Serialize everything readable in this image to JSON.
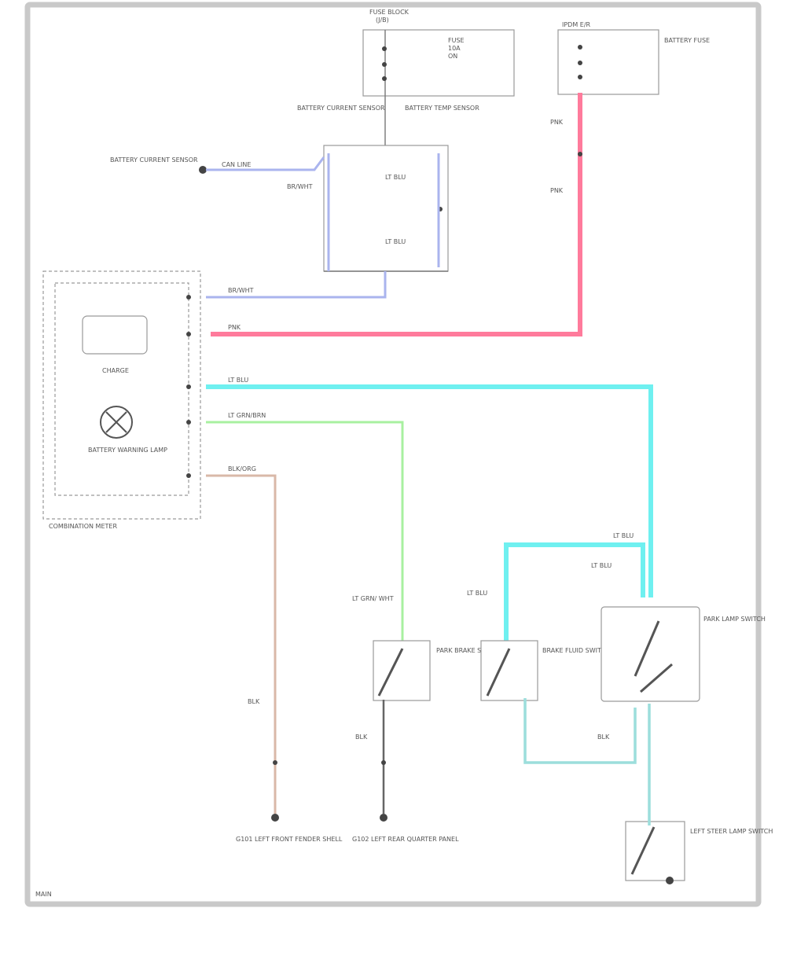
{
  "diagram": {
    "labels": {
      "fuse_top": "FUSE BLOCK",
      "fuse_top_sub": "(J/B)",
      "fuse_sub_lines": [
        "FUSE",
        "10A",
        "ON"
      ],
      "ipdm": "IPDM E/R",
      "battery_fuse": "BATTERY FUSE",
      "sensor_left": "BATTERY CURRENT SENSOR",
      "sensor_right": "BATTERY TEMP SENSOR",
      "ground_label": "BATTERY CURRENT SENSOR",
      "can_line": "CAN LINE",
      "combination_meter": "COMBINATION METER",
      "meter_inner_top": "CHARGE",
      "meter_inner_bottom": "BATTERY WARNING LAMP",
      "pin_a": "BR/WHT",
      "pin_b": "PNK",
      "pin_c": "LT BLU",
      "pin_d": "LT GRN/BRN",
      "pin_e": "BLK/ORG",
      "ltgrn": "LT GRN/ WHT",
      "ltblu1": "LT BLU",
      "ltblu2": "LT BLU",
      "ltblu3": "LT BLU",
      "pnk_top": "PNK",
      "pnk_bot": "PNK",
      "blk_sw1": "BLK",
      "blk_sw2": "BLK",
      "blk_sw3": "BLK",
      "s1": "PARK BRAKE SWITCH",
      "s2": "BRAKE FLUID SWITCH",
      "s3": "PARK LAMP SWITCH",
      "s4": "LEFT STEER LAMP SWITCH",
      "g1": "G101",
      "g2": "G102",
      "bottom1": "G101 LEFT FRONT FENDER SHELL",
      "bottom2": "G102 LEFT REAR QUARTER PANEL",
      "corner": "MAIN"
    },
    "colors": {
      "blue": "#aab4ee",
      "pink": "#ff7b9c",
      "cyan": "#6ff0f0",
      "green": "#a8f0a0",
      "tan": "#d9b8a8"
    }
  }
}
